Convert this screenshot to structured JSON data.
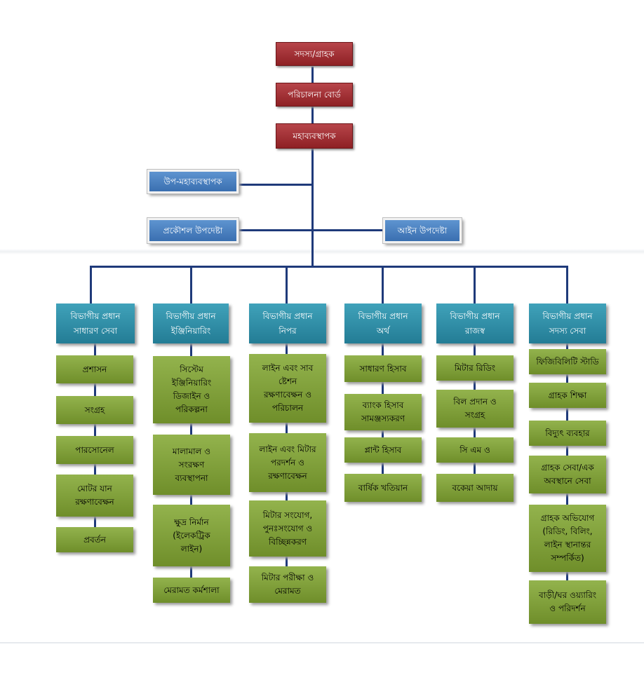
{
  "top": [
    "সদস্য/গ্রাহক",
    "পরিচালনা বোর্ড",
    "মহাব্যবস্থাপক"
  ],
  "advisors": {
    "deputy_gm": "উপ-মহাব্যবস্থাপক",
    "engineering_advisor": "প্রকৌশল উপদেষ্টা",
    "legal_advisor": "আইন উপদেষ্টা"
  },
  "departments": [
    {
      "head": "বিভাগীয় প্রধান\nসাধারণ সেবা",
      "units": [
        "প্রশাসন",
        "সংগ্রহ",
        "পারসোনেল",
        "মোটর যান\nরক্ষণাবেক্ষন",
        "প্রবর্তন"
      ]
    },
    {
      "head": "বিভাগীয় প্রধান\nইঞ্জিনিয়ারিং",
      "units": [
        "সিস্টেম\nইঞ্জিনিয়ারিং\nডিজাইন ও\nপরিকল্পনা",
        "মালামাল ও\nসংরক্ষণ\nব্যবস্থাপনা",
        "ক্ষুদ্র নির্মান\n(ইলেকট্রিক\nলাইন)",
        "মেরামত কর্মশালা"
      ]
    },
    {
      "head": "বিভাগীয় প্রধান\nনিপর",
      "units": [
        "লাইন এবং সাব\nষ্টেশন\nরক্ষণাবেক্ষন ও\nপরিচালন",
        "লাইন এবং মিটার\nপরদর্শন ও\nরক্ষণাবেক্ষন",
        "মিটার সংযোগ,\nপুনঃসংযোগ ও\nবিচ্ছিন্নকরণ",
        "মিটার পরীক্ষা ও\nমেরামত"
      ]
    },
    {
      "head": "বিভাগীয় প্রধান\nঅর্থ",
      "units": [
        "সাধারণ হিসাব",
        "ব্যাংক হিসাব\nসামঞ্জস্যকরণ",
        "প্লান্ট হিসাব",
        "বার্ষিক খতিয়ান"
      ]
    },
    {
      "head": "বিভাগীয় প্রধান\nরাজস্ব",
      "units": [
        "মিটার রিডিং",
        "বিল প্রদান ও\nসংগ্রহ",
        "সি এম ও",
        "বকেয়া আদায়"
      ]
    },
    {
      "head": "বিভাগীয় প্রধান\nসদস্য সেবা",
      "units": [
        "ফিজিবিলিটি স্টাডি",
        "গ্রাহক শিক্ষা",
        "বিদ্যুৎ ব্যবহার",
        "গ্রাহক সেবা/এক\nঅবস্থানে সেবা",
        "গ্রাহক অভিযোগ\n(রিডিং, বিলিং,\nলাইন স্থানান্তর\nসম্পর্কিত)",
        "বাড়ী/ঘর ওয়্যারিং\nও পরিদর্শন"
      ]
    }
  ]
}
